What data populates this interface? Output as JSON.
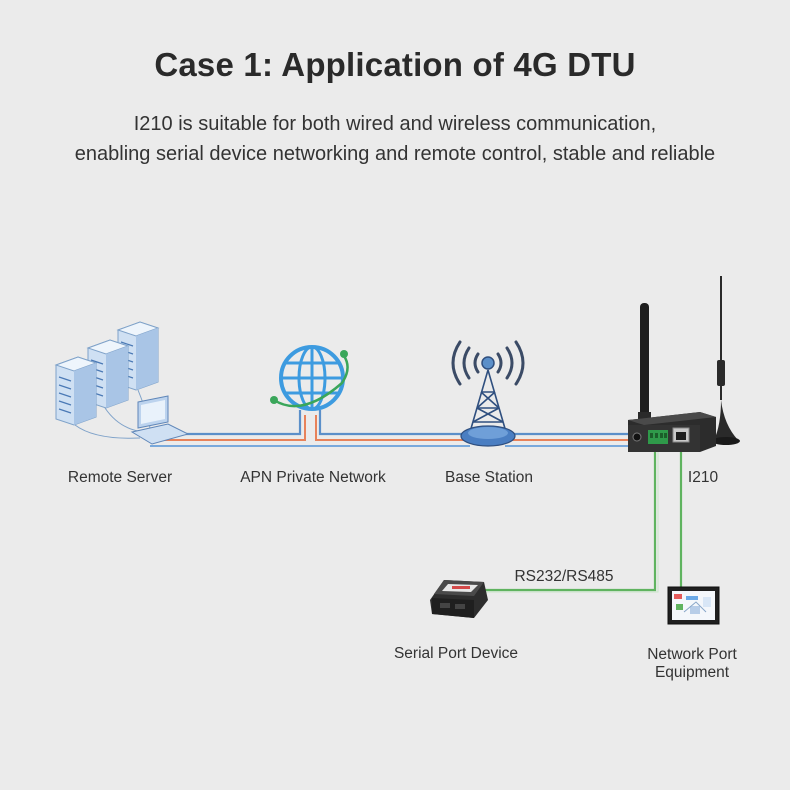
{
  "header": {
    "title": "Case 1: Application of 4G DTU",
    "subtitle_line1": "I210 is suitable for both wired and wireless communication,",
    "subtitle_line2": "enabling serial device networking and remote control, stable and reliable"
  },
  "nodes": {
    "remote_server": "Remote Server",
    "apn_network": "APN Private Network",
    "base_station": "Base Station",
    "i210": "I210",
    "serial_port_device": "Serial Port Device",
    "network_port_line1": "Network Port",
    "network_port_line2": "Equipment"
  },
  "links": {
    "rs_label": "RS232/RS485"
  },
  "colors": {
    "link_blue": "#5b8fc9",
    "link_orange": "#e8825a",
    "link_green": "#5fb35f",
    "globe_blue": "#3d9be0",
    "globe_green": "#3aa65a"
  }
}
